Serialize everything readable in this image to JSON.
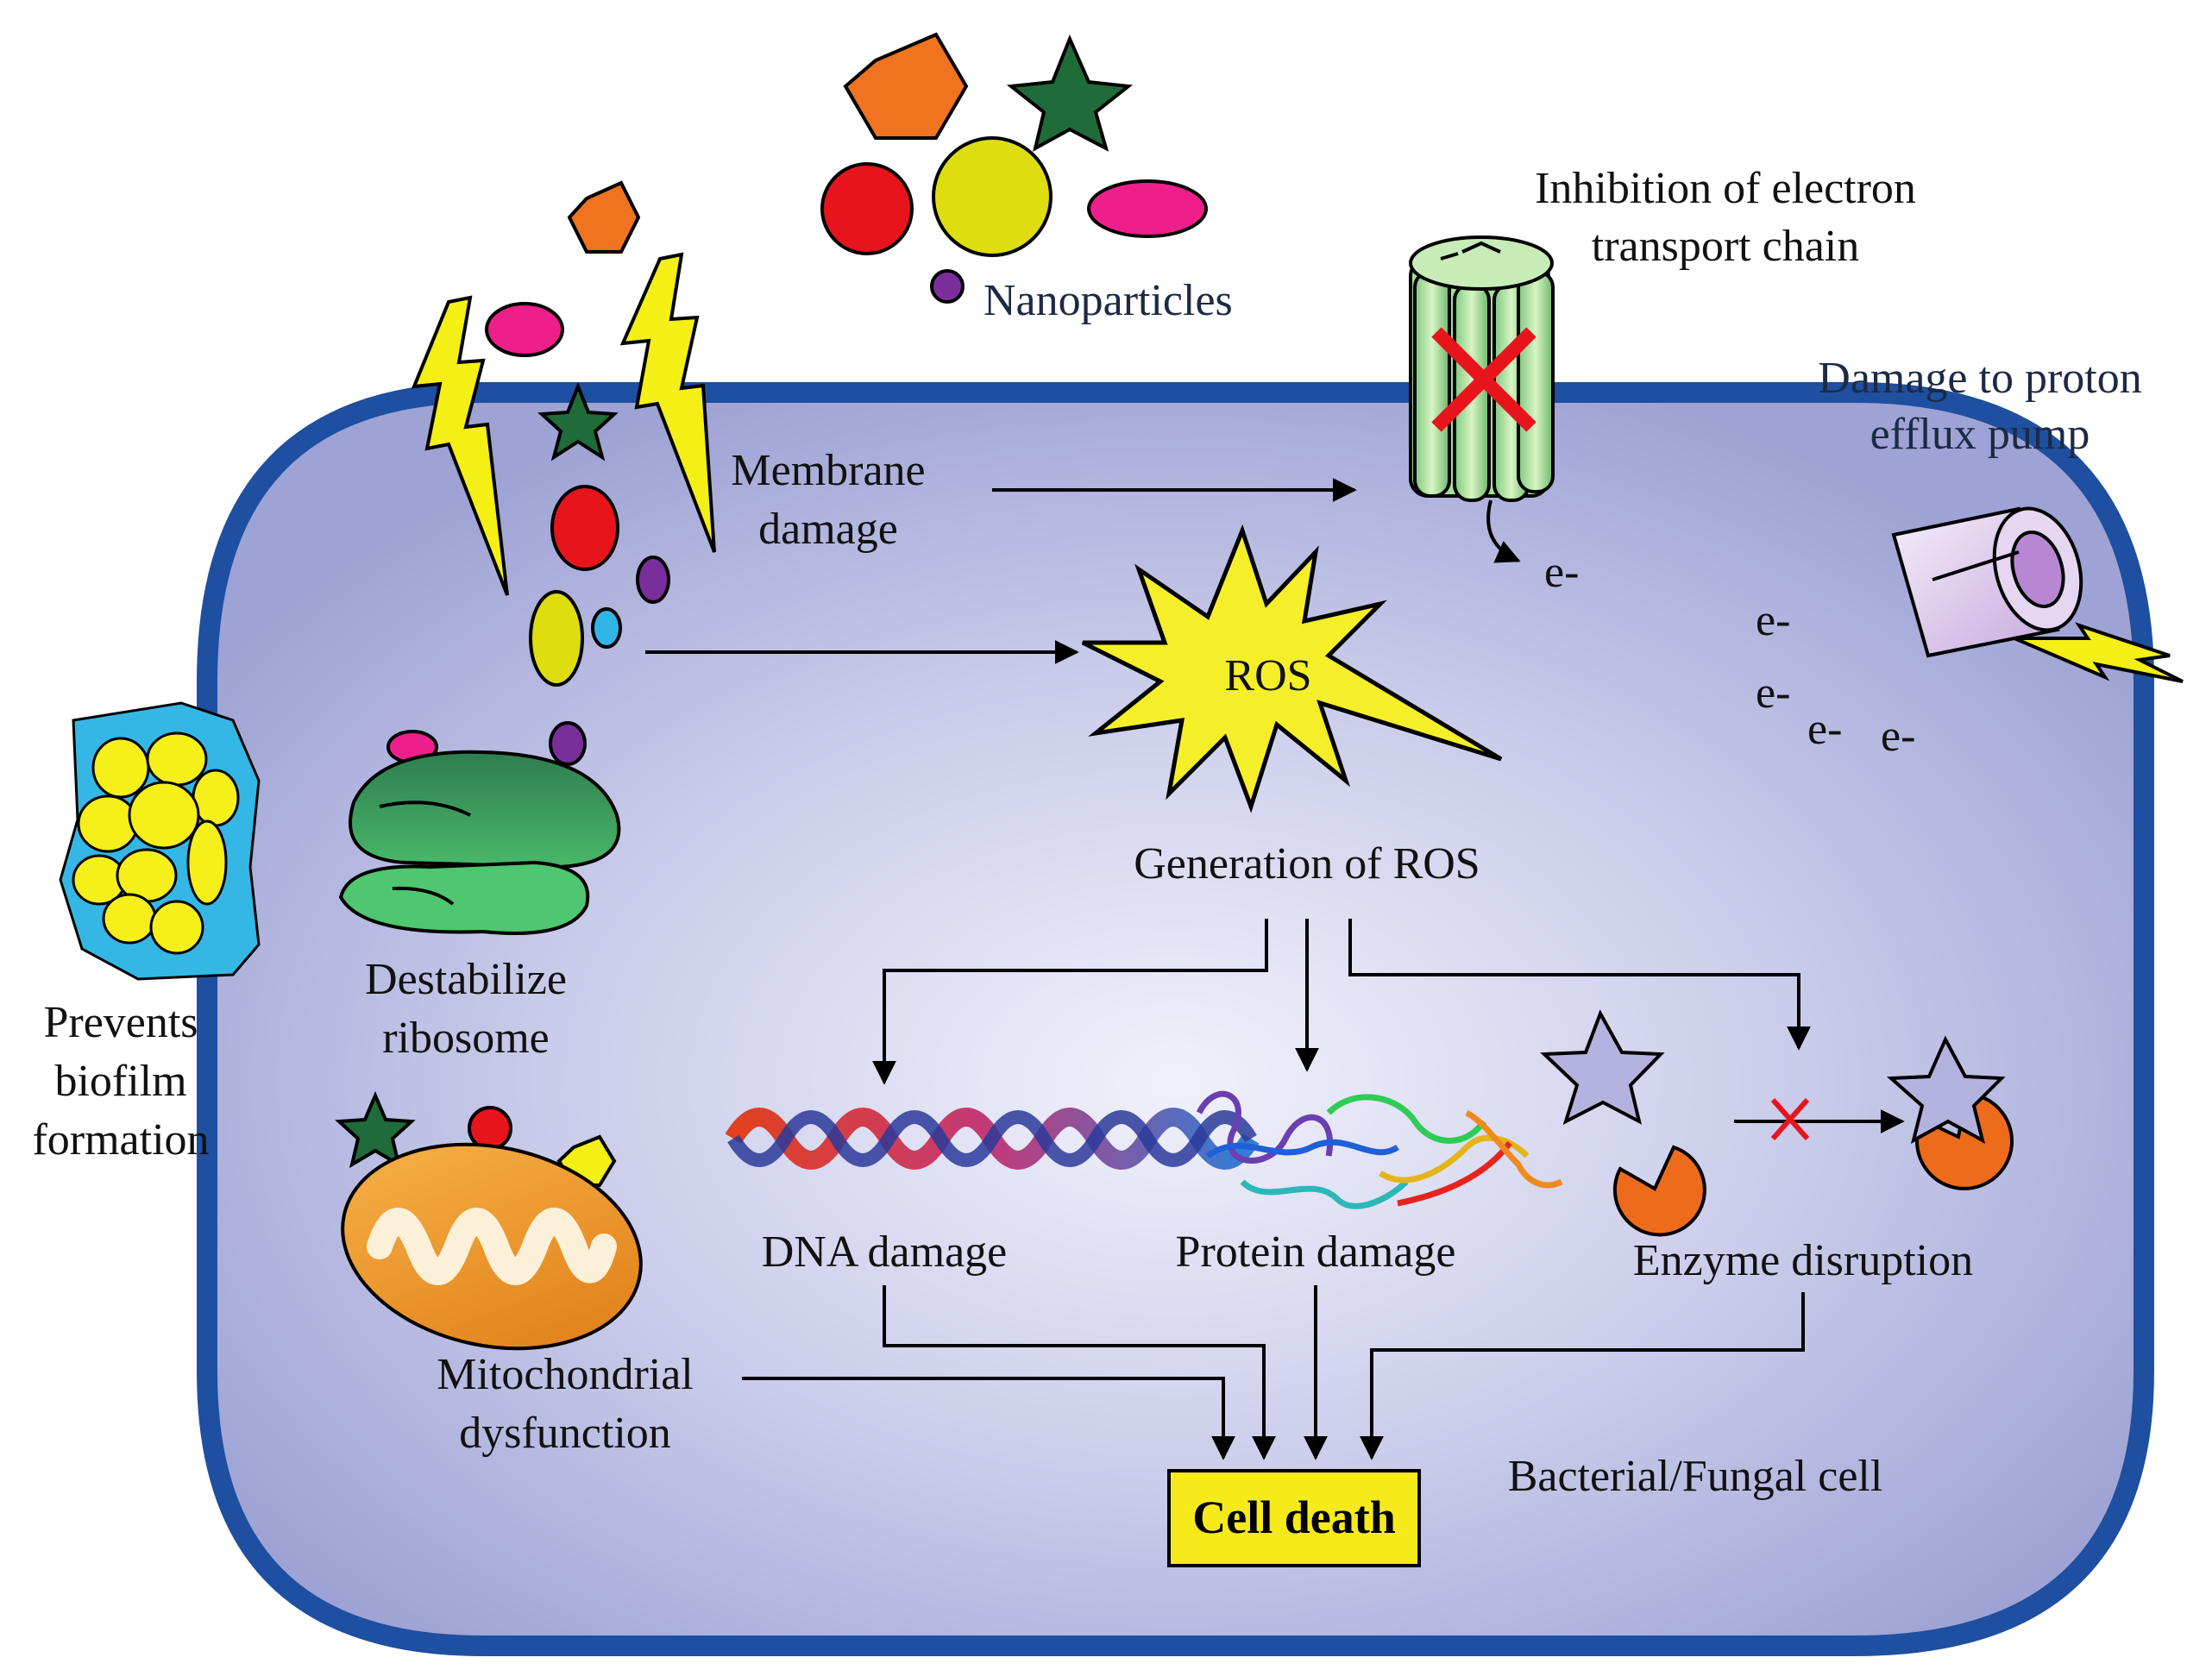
{
  "nanoparticles_label": "Nanoparticles",
  "inhibition_label": [
    "Inhibition of electron",
    "transport chain"
  ],
  "proton_pump_label": [
    "Damage to proton",
    "efflux pump"
  ],
  "membrane_damage_label": [
    "Membrane",
    "damage"
  ],
  "ros_core_label": "ROS",
  "generation_ros_label": "Generation of ROS",
  "ribosome_label": [
    "Destabilize",
    "ribosome"
  ],
  "biofilm_label": [
    "Prevents",
    "biofilm",
    "formation"
  ],
  "mitochondria_label": [
    "Mitochondrial",
    "dysfunction"
  ],
  "dna_label": "DNA damage",
  "protein_label": "Protein damage",
  "enzyme_label": "Enzyme disruption",
  "cell_death_label": "Cell death",
  "cell_label": "Bacterial/Fungal cell",
  "electron_label": "e-",
  "colors": {
    "cell_fill": "#b9bbe0",
    "cell_border": "#1e4fa0",
    "ros_star": "#f5ef2a",
    "cell_death_box": "#f7ea1a",
    "nano_orange": "#f0731f",
    "nano_green": "#1f6b3a",
    "nano_red": "#e8141c",
    "nano_yellow": "#dedd10",
    "nano_pink": "#ee1f8a",
    "nano_purple": "#7a2e9c"
  }
}
